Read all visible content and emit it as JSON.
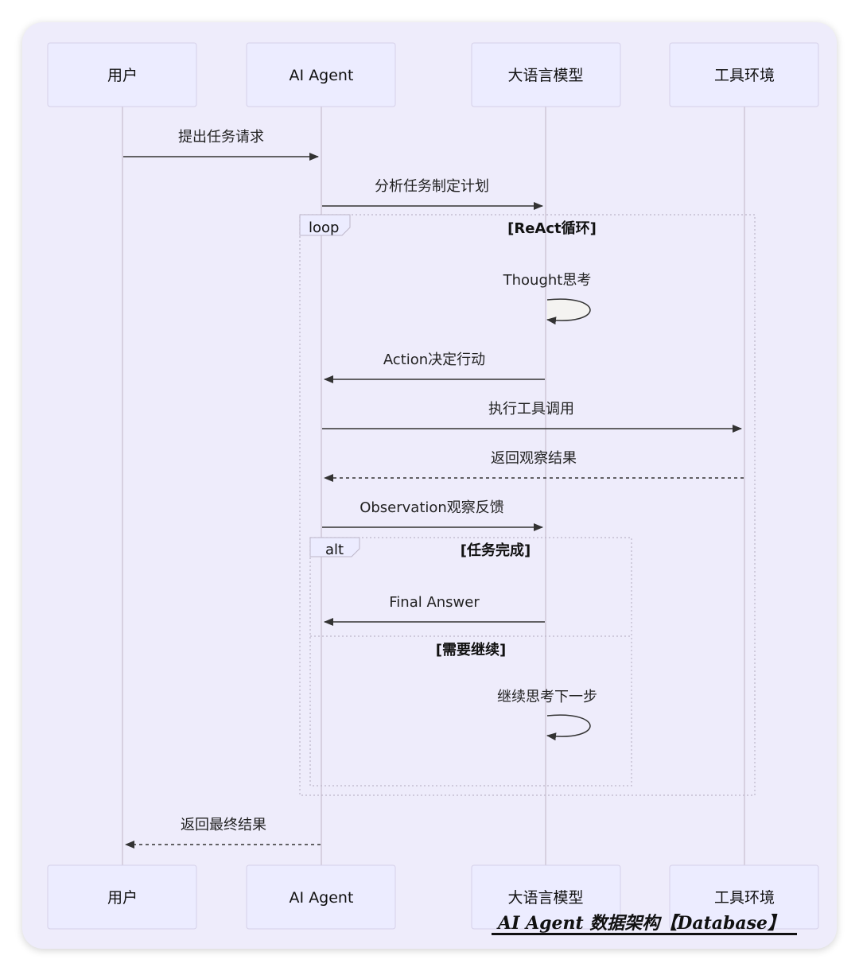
{
  "participants": [
    "用户",
    "AI Agent",
    "大语言模型",
    "工具环境"
  ],
  "messages": [
    {
      "label": "提出任务请求"
    },
    {
      "label": "分析任务制定计划"
    },
    {
      "label": "Thought思考"
    },
    {
      "label": "Action决定行动"
    },
    {
      "label": "执行工具调用"
    },
    {
      "label": "返回观察结果"
    },
    {
      "label": "Observation观察反馈"
    },
    {
      "label": "Final Answer"
    },
    {
      "label": "继续思考下一步"
    },
    {
      "label": "返回最终结果"
    }
  ],
  "loop": {
    "keyword": "loop",
    "condition": "[ReAct循环]"
  },
  "alt": {
    "keyword": "alt",
    "condition": "[任务完成]",
    "else_condition": "[需要继续]"
  },
  "watermark": "AI Agent 数据架构【Database】"
}
